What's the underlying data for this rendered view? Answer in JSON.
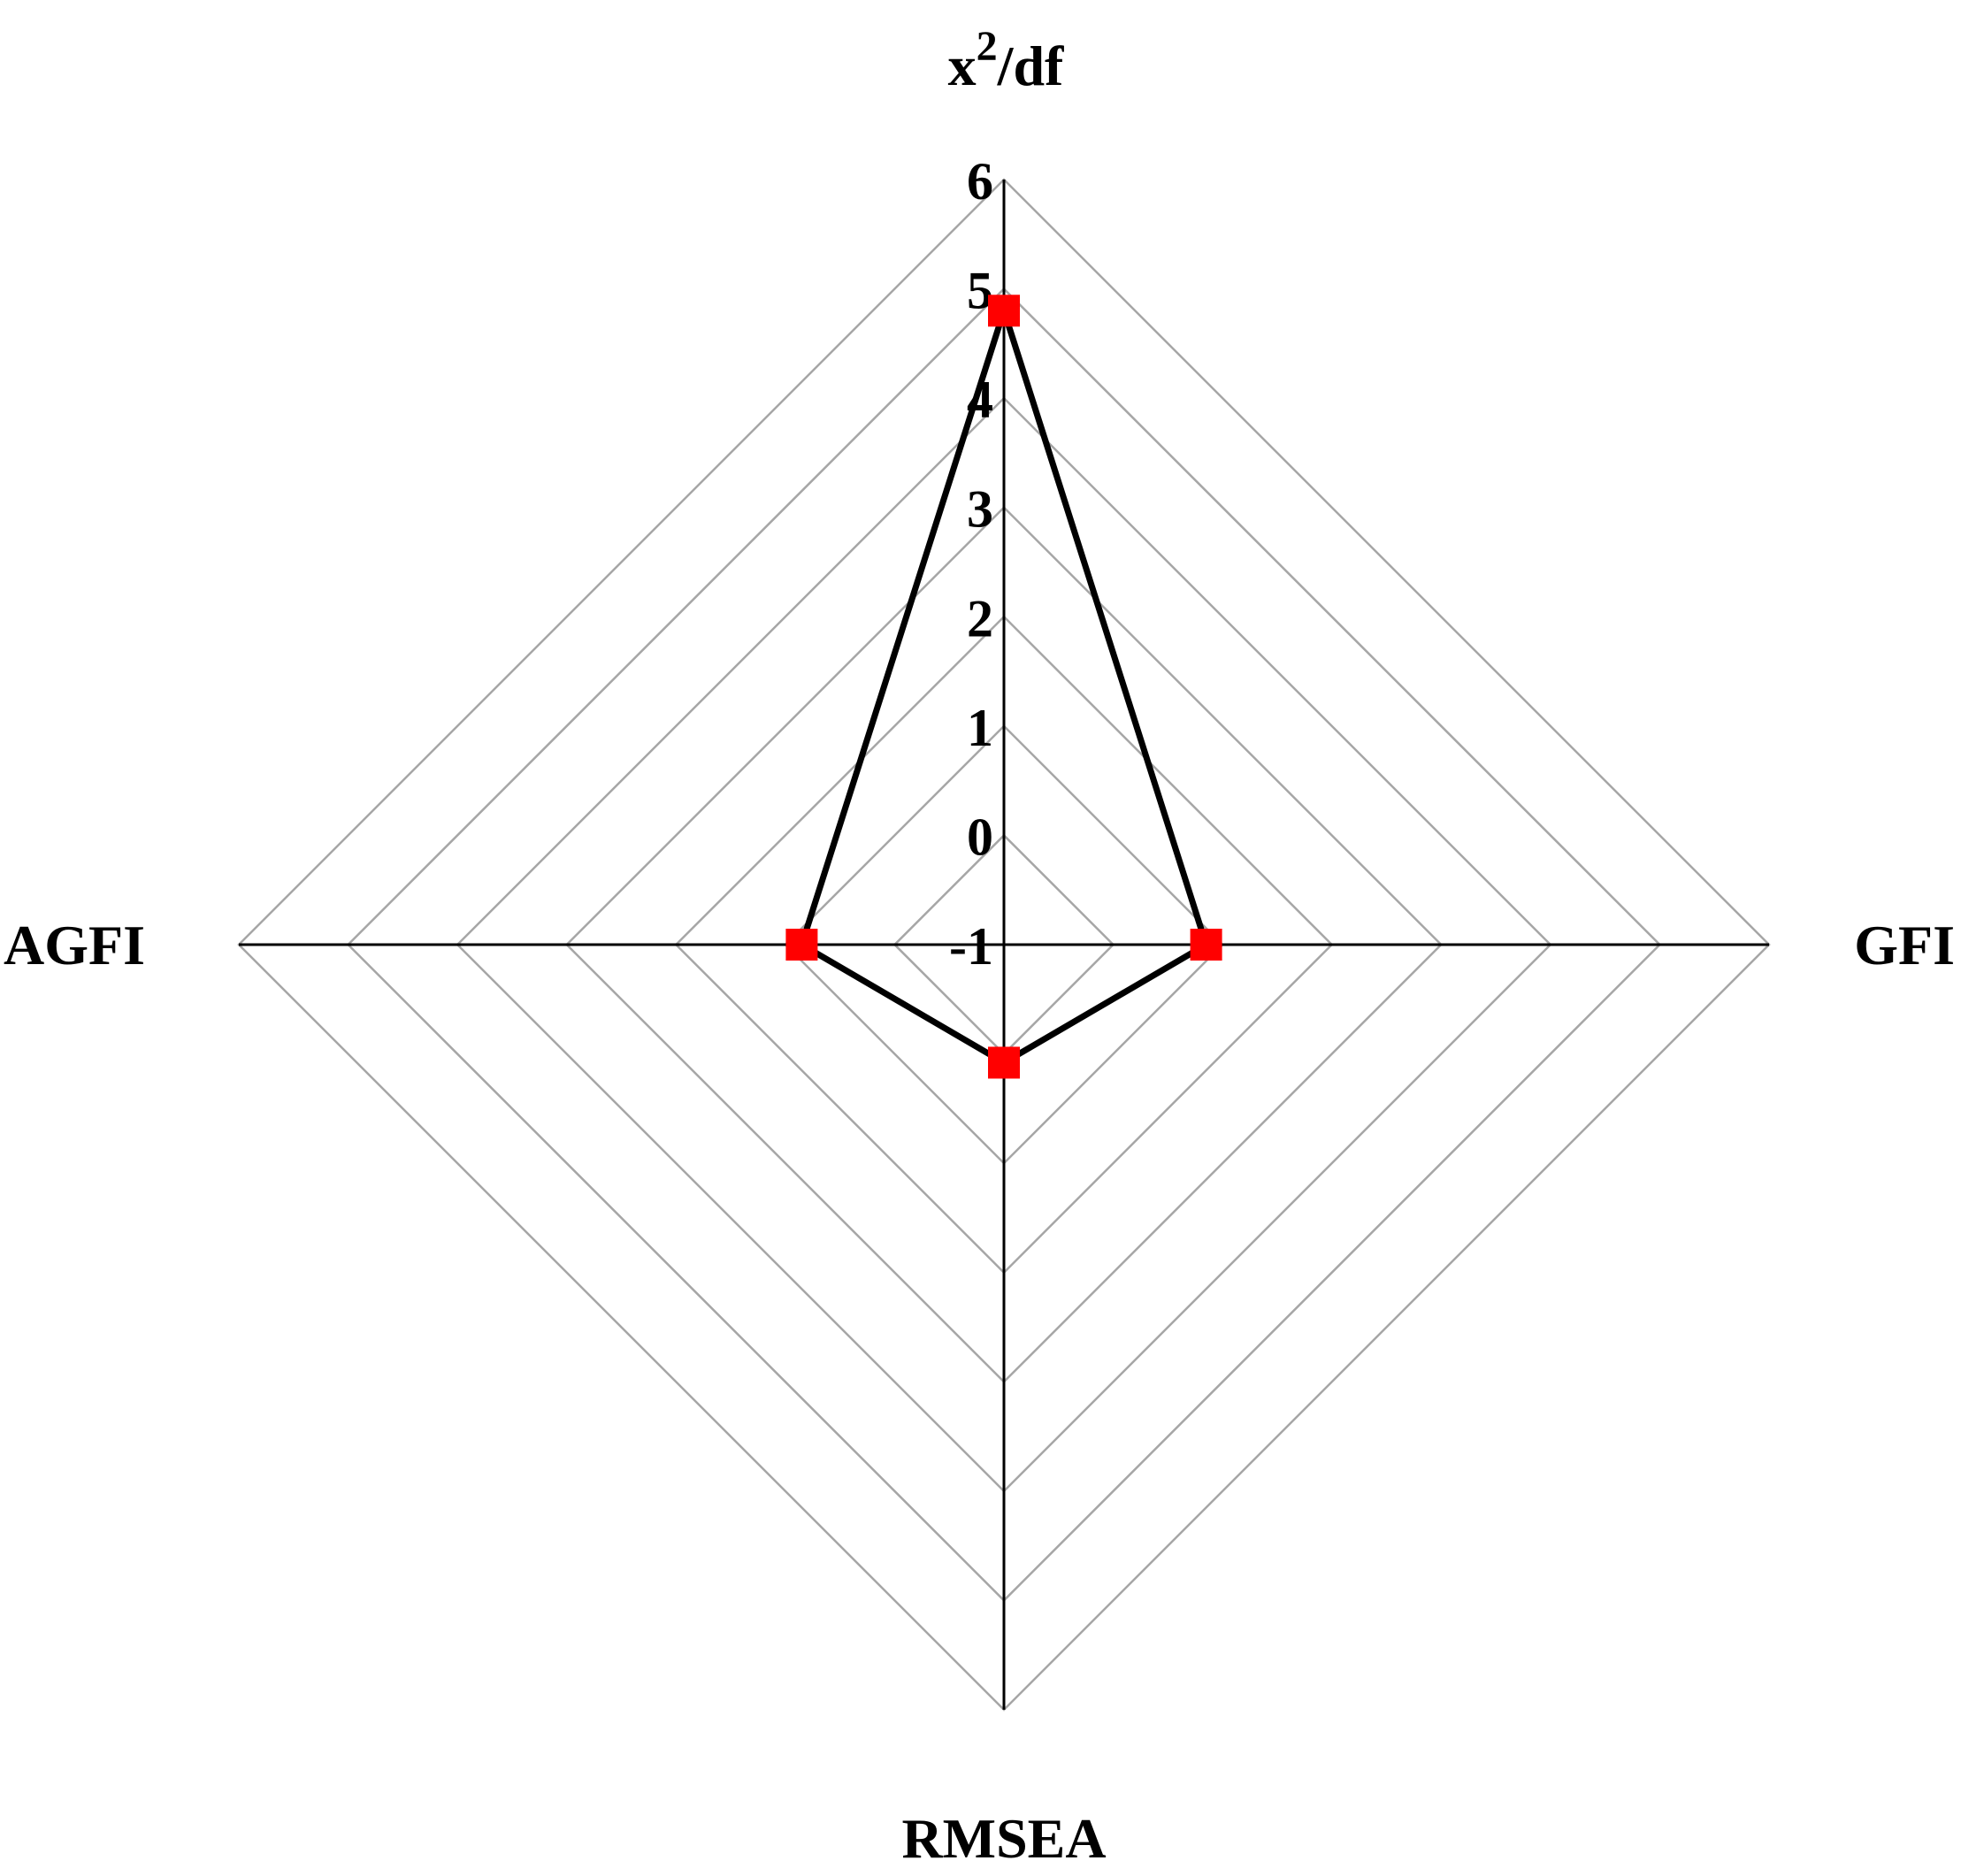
{
  "chart_data": {
    "type": "radar",
    "title": "",
    "axes": [
      {
        "label": "x",
        "sup": "2",
        "suffix": "/df"
      },
      {
        "label": "GFI"
      },
      {
        "label": "RMSEA"
      },
      {
        "label": "AGFI"
      }
    ],
    "ticks": [
      -1,
      0,
      1,
      2,
      3,
      4,
      5,
      6
    ],
    "range": [
      -1,
      6
    ],
    "grid": true,
    "series": [
      {
        "values": [
          4.8,
          0.85,
          0.08,
          0.85
        ],
        "line_color": "#000000",
        "marker_color": "#ff0000",
        "marker": "square"
      }
    ]
  }
}
